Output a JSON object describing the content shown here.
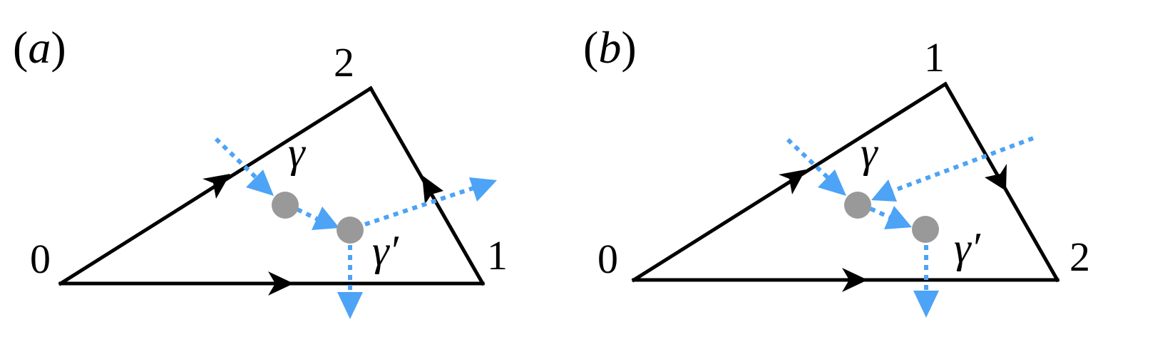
{
  "colors": {
    "edge": "#000000",
    "photon": "#4da3f5",
    "vertex": "#999999"
  },
  "panels": [
    {
      "id": "a",
      "label_open": "(",
      "label_letter": "a",
      "label_close": ")",
      "vertex_labels": {
        "left": "0",
        "top": "2",
        "right": "1"
      },
      "gamma": "γ",
      "gamma_prime": "γ′"
    },
    {
      "id": "b",
      "label_open": "(",
      "label_letter": "b",
      "label_close": ")",
      "vertex_labels": {
        "left": "0",
        "top": "1",
        "right": "2"
      },
      "gamma": "γ",
      "gamma_prime": "γ′"
    }
  ]
}
